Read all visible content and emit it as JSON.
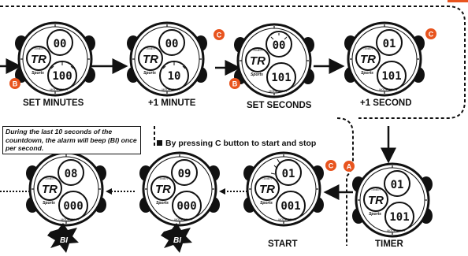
{
  "watch_display": {
    "mode_label": "TR",
    "row1": {
      "step1": "00",
      "step2": "00",
      "step3": "00",
      "step4": "01",
      "step5": "01",
      "step6": "09",
      "step7": "08",
      "start": "01"
    },
    "row3": {
      "step1": "100",
      "step2": "10",
      "step3": "101",
      "step4": "101",
      "step5": "101",
      "step6": "000",
      "step7": "000",
      "start": "001"
    }
  },
  "captions": {
    "set_minutes": "SET MINUTES",
    "plus_minute": "+1 MINUTE",
    "set_seconds": "SET SECONDS",
    "plus_second": "+1 SECOND",
    "timer": "TIMER",
    "start": "START"
  },
  "buttons": {
    "b": "B",
    "c": "C",
    "a": "A"
  },
  "note_text": "During the last 10 seconds of the countdown, the alarm will beep (BI) once per second.",
  "instruction": "By pressing C button to start and stop",
  "beep_label": "BI",
  "colors": {
    "button_badge": "#E8541E",
    "ink": "#111111"
  }
}
